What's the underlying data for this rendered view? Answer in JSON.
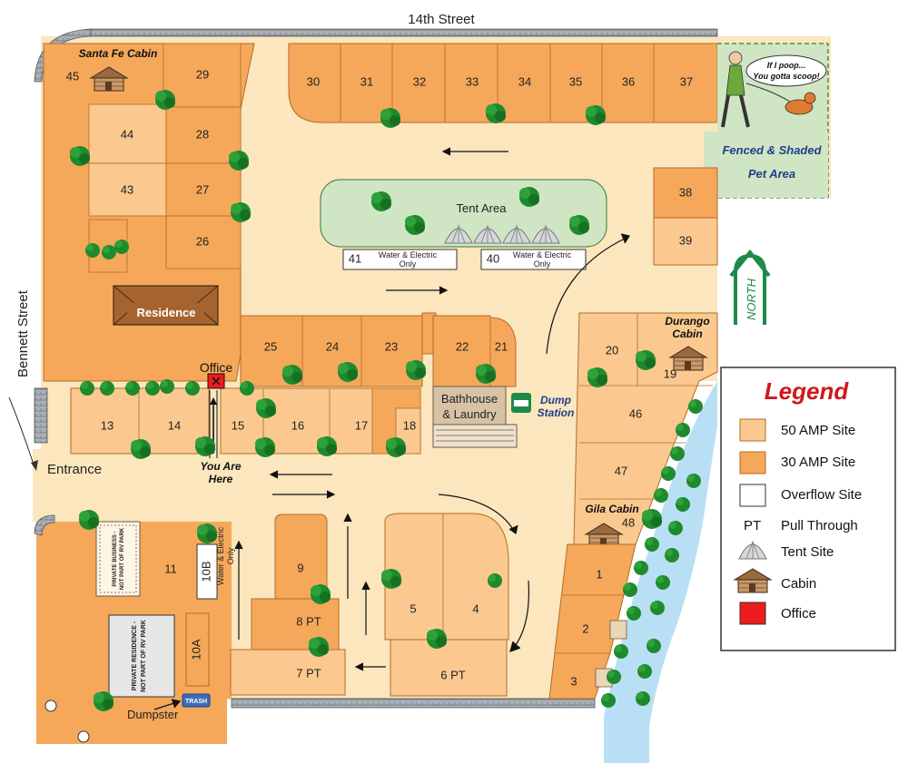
{
  "streets": {
    "north": "14th Street",
    "west": "Bennett Street"
  },
  "entrance": "Entrance",
  "north_label": "NORTH",
  "cabins": {
    "santa_fe": "Santa Fe Cabin",
    "durango_line1": "Durango",
    "durango_line2": "Cabin",
    "gila": "Gila Cabin"
  },
  "residence": "Residence",
  "office": "Office",
  "you_are_here_line1": "You Are",
  "you_are_here_line2": "Here",
  "tent_area": "Tent Area",
  "water_electric_line1": "Water & Electric",
  "water_electric_line2": "Only",
  "water_electric_vertical_line1": "Water & Electric",
  "water_electric_vertical_line2": "Only",
  "bathhouse_line1": "Bathhouse",
  "bathhouse_line2": "& Laundry",
  "dump_line1": "Dump",
  "dump_line2": "Station",
  "private_business_line1": "PRIVATE BUSINESS -",
  "private_business_line2": "NOT PART OF RV PARK",
  "private_residence_line1": "PRIVATE RESIDENCE -",
  "private_residence_line2": "NOT PART OF RV PARK",
  "dumpster": "Dumpster",
  "trash": "TRASH",
  "pet_area_line1": "Fenced & Shaded",
  "pet_area_line2": "Pet Area",
  "pet_bubble_line1": "If I poop...",
  "pet_bubble_line2": "You gotta scoop!",
  "sites": {
    "s45": "45",
    "s29": "29",
    "s44": "44",
    "s28": "28",
    "s43": "43",
    "s27": "27",
    "s26": "26",
    "s30": "30",
    "s31": "31",
    "s32": "32",
    "s33": "33",
    "s34": "34",
    "s35": "35",
    "s36": "36",
    "s37": "37",
    "s38": "38",
    "s39": "39",
    "s41": "41",
    "s40": "40",
    "s25": "25",
    "s24": "24",
    "s23": "23",
    "s22": "22",
    "s21": "21",
    "s20": "20",
    "s19": "19",
    "s46": "46",
    "s47": "47",
    "s48": "48",
    "s13": "13",
    "s14": "14",
    "s15": "15",
    "s16": "16",
    "s17": "17",
    "s18": "18",
    "s11": "11",
    "s10b": "10B",
    "s10a": "10A",
    "s9": "9",
    "s8": "8 PT",
    "s7": "7 PT",
    "s5": "5",
    "s4": "4",
    "s6": "6 PT",
    "s1": "1",
    "s2": "2",
    "s3": "3"
  },
  "legend": {
    "title": "Legend",
    "items": [
      {
        "label": "50 AMP Site"
      },
      {
        "label": "30 AMP Site"
      },
      {
        "label": "Overflow Site"
      },
      {
        "label": "Pull Through",
        "symbol": "PT"
      },
      {
        "label": "Tent Site"
      },
      {
        "label": "Cabin"
      },
      {
        "label": "Office"
      }
    ]
  },
  "colors": {
    "amp50": "#fbc98f",
    "amp30": "#f5a85a",
    "road": "#fbe6bd",
    "grass": "#cfe5c4",
    "water": "#b9dff5",
    "office": "#ee1c1c",
    "tree": "#1e8a2c",
    "wall": "#9aa3aa"
  }
}
